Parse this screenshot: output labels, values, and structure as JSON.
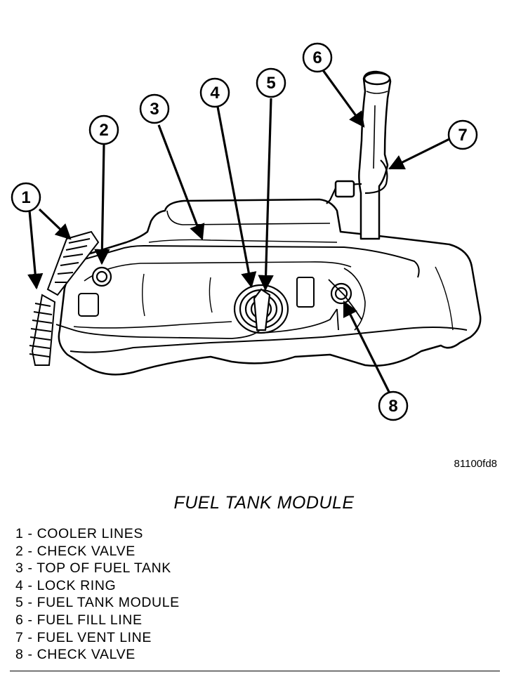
{
  "figure_id": "81100fd8",
  "caption": "FUEL TANK MODULE",
  "callouts": [
    "1",
    "2",
    "3",
    "4",
    "5",
    "6",
    "7",
    "8"
  ],
  "legend": [
    {
      "num": "1",
      "label": "COOLER LINES"
    },
    {
      "num": "2",
      "label": "CHECK VALVE"
    },
    {
      "num": "3",
      "label": "TOP OF FUEL TANK"
    },
    {
      "num": "4",
      "label": "LOCK RING"
    },
    {
      "num": "5",
      "label": "FUEL TANK MODULE"
    },
    {
      "num": "6",
      "label": "FUEL FILL LINE"
    },
    {
      "num": "7",
      "label": "FUEL VENT LINE"
    },
    {
      "num": "8",
      "label": "CHECK VALVE"
    }
  ]
}
